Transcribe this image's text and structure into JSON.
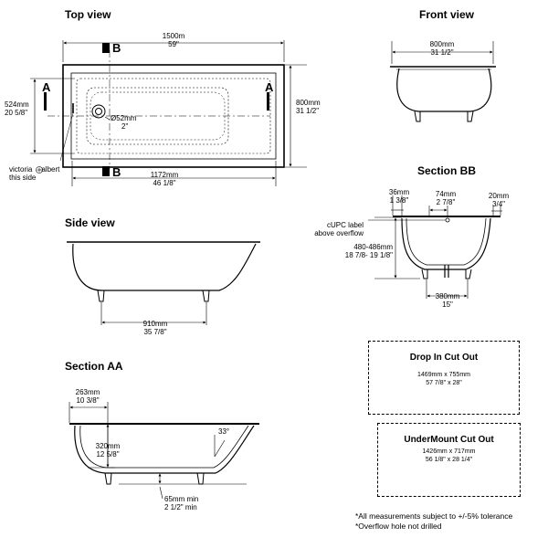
{
  "top_view": {
    "title": "Top view",
    "width_mm": "1500m",
    "width_in": "59\"",
    "depth_mm": "800mm",
    "depth_in": "31 1/2\"",
    "inner_depth_mm": "524mm",
    "inner_depth_in": "20 5/8\"",
    "drain_mm": "Ø52mm",
    "drain_in": "2\"",
    "inner_len_mm": "1172mm",
    "inner_len_in": "46 1/8\"",
    "section_a": "A",
    "section_b": "B",
    "brand_left": "victoria",
    "brand_right": "albert",
    "this_side": "this side"
  },
  "front_view": {
    "title": "Front view",
    "width_mm": "800mm",
    "width_in": "31 1/2\""
  },
  "section_bb": {
    "title": "Section BB",
    "rim_mm": "36mm",
    "rim_in": "1 3/8\"",
    "ovf_mm": "74mm",
    "ovf_in": "2 7/8\"",
    "edge_mm": "20mm",
    "edge_in": "3/4\"",
    "cupc_1": "cUPC label",
    "cupc_2": "above overflow",
    "depth_mm": "480-486mm",
    "depth_in": "18 7/8- 19 1/8\"",
    "base_mm": "380mm",
    "base_in": "15\""
  },
  "side_view": {
    "title": "Side view",
    "feet_mm": "910mm",
    "feet_in": "35 7/8\""
  },
  "section_aa": {
    "title": "Section AA",
    "w_mm": "263mm",
    "w_in": "10 3/8\"",
    "h_mm": "320mm",
    "h_in": "12 5/8\"",
    "angle": "33°",
    "floor_mm": "65mm min",
    "floor_in": "2 1/2\" min"
  },
  "drop_in": {
    "title": "Drop In Cut Out",
    "dims_mm": "1469mm x 755mm",
    "dims_in": "57 7/8\" x 28\""
  },
  "undermount": {
    "title": "UnderMount Cut Out",
    "dims_mm": "1426mm x 717mm",
    "dims_in": "56 1/8\" x 28 1/4\""
  },
  "notes": {
    "note_1": "*All measurements subject to +/-5% tolerance",
    "note_2": "*Overflow hole not drilled"
  }
}
